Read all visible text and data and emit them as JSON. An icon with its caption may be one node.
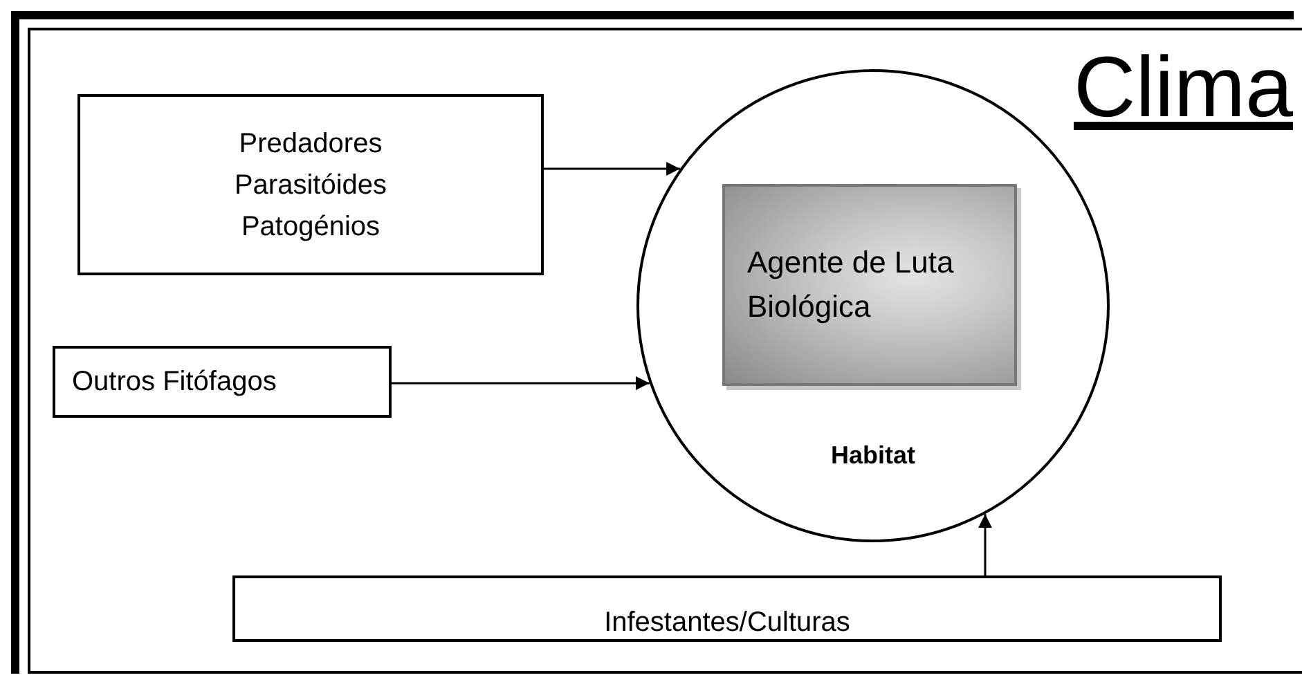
{
  "diagram": {
    "title": "Clima",
    "nodes": [
      {
        "text": [
          "Predadores Parasitóides Patogénios"
        ]
      },
      {
        "text": [
          "Outros Fitófagos"
        ]
      },
      {
        "text": [
          "Habitat"
        ]
      },
      {
        "text": [
          "Agente de Luta Biológica"
        ],
        "in": 2
      },
      {
        "text": [
          "Infestantes/Culturas"
        ]
      }
    ],
    "edges": [
      {
        "from": 0,
        "to": 2,
        "arrow": "to"
      },
      {
        "from": 1,
        "to": 2,
        "arrow": "to"
      },
      {
        "from": 4,
        "to": 2,
        "arrow": "to"
      }
    ]
  }
}
